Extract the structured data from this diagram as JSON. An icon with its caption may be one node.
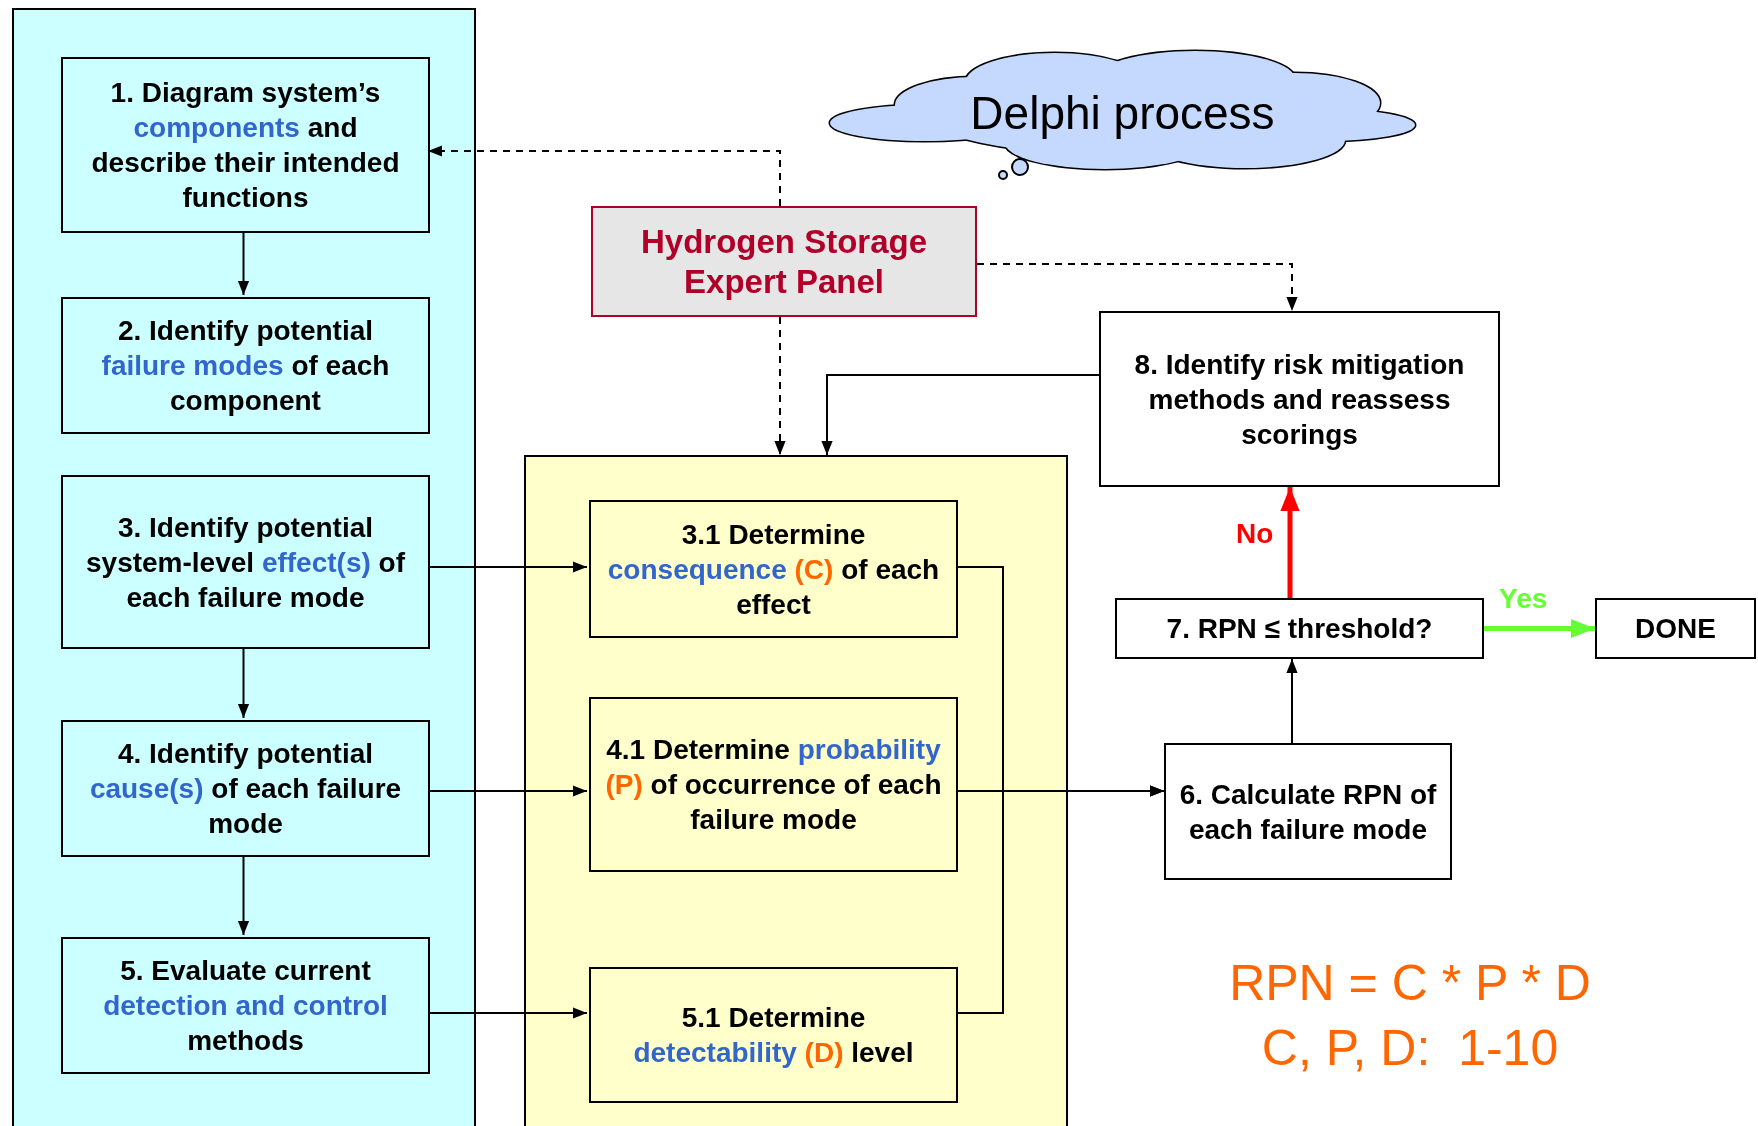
{
  "diagram": {
    "nodes": [
      {
        "text": [],
        "shape": "box"
      },
      {
        "text": [
          "1. Diagram system’s *components* and describe their intended functions"
        ],
        "in": 0
      },
      {
        "text": [
          "2. Identify potential *failure modes* of each component"
        ],
        "in": 0
      },
      {
        "text": [
          "3. Identify potential system-level *effect(s)* of each failure mode"
        ],
        "in": 0
      },
      {
        "text": [
          "4. Identify potential *cause(s)* of each failure mode"
        ],
        "in": 0
      },
      {
        "text": [
          "5. Evaluate current *detection and control* methods"
        ],
        "in": 0
      },
      {
        "text": [],
        "shape": "box"
      },
      {
        "text": [
          "3.1 Determine *consequence* **(C)** of each effect"
        ],
        "in": 6
      },
      {
        "text": [
          "4.1 Determine *probability* **(P)** of occurrence of each failure mode"
        ],
        "in": 6
      },
      {
        "text": [
          "5.1 Determine *detectability* **(D)** level"
        ],
        "in": 6
      },
      {
        "text": [
          "Hydrogen Storage Expert Panel"
        ]
      },
      {
        "text": [
          "Delphi process"
        ]
      },
      {
        "text": [
          "8. Identify risk mitigation methods and reassess scorings"
        ]
      },
      {
        "text": [
          "7. RPN ≤ threshold?"
        ]
      },
      {
        "text": [
          "DONE"
        ]
      },
      {
        "text": [
          "6. Calculate RPN of each failure mode"
        ]
      }
    ],
    "edges": [
      {
        "from": 1,
        "to": 2,
        "arrow": "to"
      },
      {
        "from": 3,
        "to": 4,
        "arrow": "to"
      },
      {
        "from": 4,
        "to": 5,
        "arrow": "to"
      },
      {
        "from": 3,
        "to": 7,
        "arrow": "to"
      },
      {
        "from": 4,
        "to": 8,
        "arrow": "to"
      },
      {
        "from": 5,
        "to": 9,
        "arrow": "to"
      },
      {
        "from": 10,
        "to": 1,
        "arrow": "to",
        "style": "dashed"
      },
      {
        "from": 10,
        "to": 12,
        "arrow": "to",
        "style": "dashed"
      },
      {
        "from": 10,
        "to": 6,
        "arrow": "to",
        "style": "dashed"
      },
      {
        "from": 12,
        "to": 6,
        "arrow": "to"
      },
      {
        "from": 7,
        "to": 15,
        "arrow": "to"
      },
      {
        "from": 8,
        "to": 15,
        "arrow": "to"
      },
      {
        "from": 9,
        "to": 15,
        "arrow": "to"
      },
      {
        "from": 15,
        "to": 13,
        "arrow": "to"
      },
      {
        "from": 13,
        "to": 12,
        "arrow": "to",
        "label": "No",
        "style": "thick",
        "color": "#ff0000"
      },
      {
        "from": 13,
        "to": 14,
        "arrow": "to",
        "label": "Yes",
        "style": "thick",
        "color": "#66ff33"
      }
    ],
    "labels": [
      "RPN = C * P * D",
      "C, P, D:  1-10"
    ]
  }
}
